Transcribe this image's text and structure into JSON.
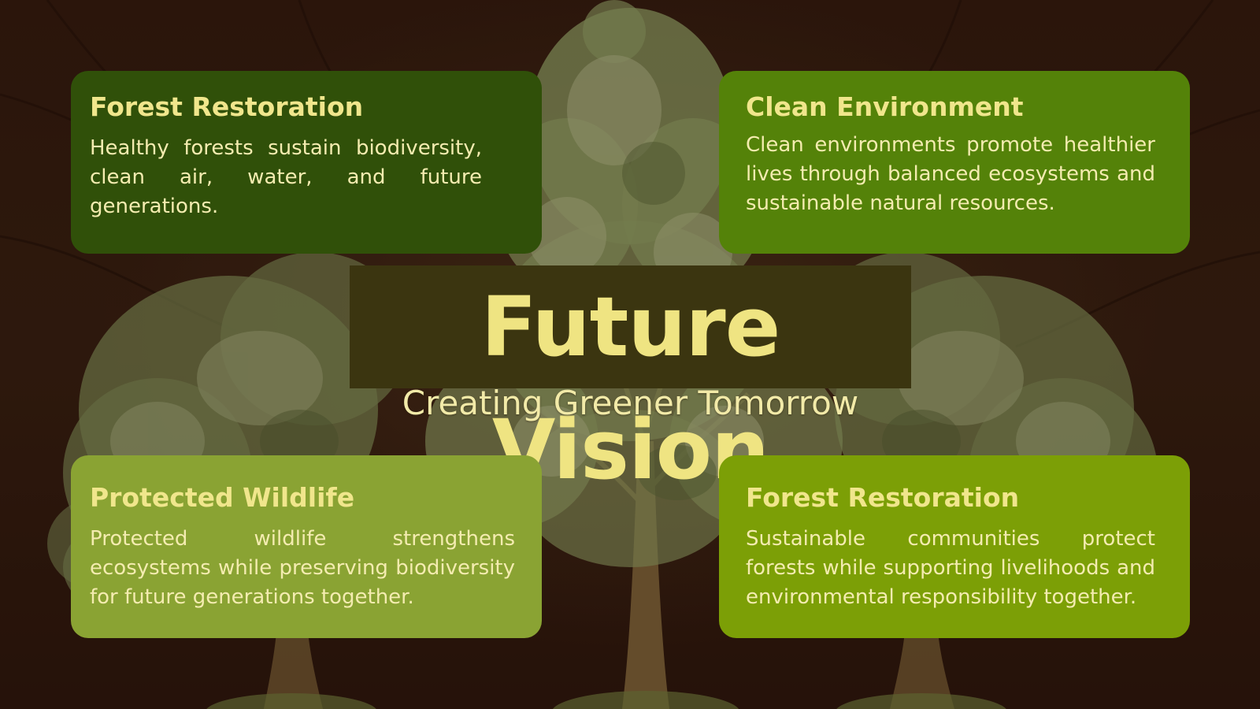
{
  "slide": {
    "title": "Future Vision",
    "subtitle": "Creating Greener Tomorrow",
    "cards": [
      {
        "title": "Forest Restoration",
        "body": "Healthy forests sustain biodiversity, clean air, water, and future generations."
      },
      {
        "title": "Clean Environment",
        "body": "Clean environments promote healthier lives through balanced ecosystems and sustainable natural resources."
      },
      {
        "title": "Protected Wildlife",
        "body": "Protected wildlife strengthens ecosystems while preserving biodiversity for future generations together."
      },
      {
        "title": "Forest Restoration",
        "body": "Sustainable communities protect forests while supporting livelihoods and environmental responsibility together."
      }
    ]
  },
  "colors": {
    "background": "#2a140b",
    "card_dark_green": "#305009",
    "card_green": "#548209",
    "card_olive": "#8aa333",
    "card_lime": "#7c9f06",
    "title_box": "#3b3510",
    "title_text": "#efe482"
  },
  "icons": [
    "watercolor-tree-illustration"
  ]
}
